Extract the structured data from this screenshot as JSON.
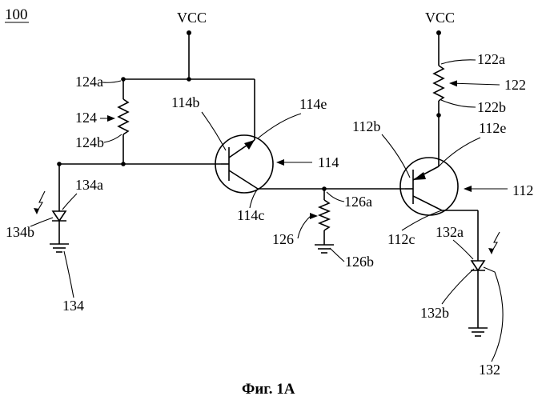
{
  "figure": {
    "ref": "100",
    "caption": "Фиг. 1A"
  },
  "supply": {
    "left": "VCC",
    "right": "VCC"
  },
  "labels": {
    "r124a": "124a",
    "r124": "124",
    "r124b": "124b",
    "r122a": "122a",
    "r122": "122",
    "r122b": "122b",
    "t114b": "114b",
    "t114e": "114e",
    "t114": "114",
    "t114c": "114c",
    "t112b": "112b",
    "t112e": "112e",
    "t112": "112",
    "t112c": "112c",
    "r126a": "126a",
    "r126": "126",
    "r126b": "126b",
    "d134a": "134a",
    "d134b": "134b",
    "d134": "134",
    "d132a": "132a",
    "d132b": "132b",
    "d132": "132"
  }
}
